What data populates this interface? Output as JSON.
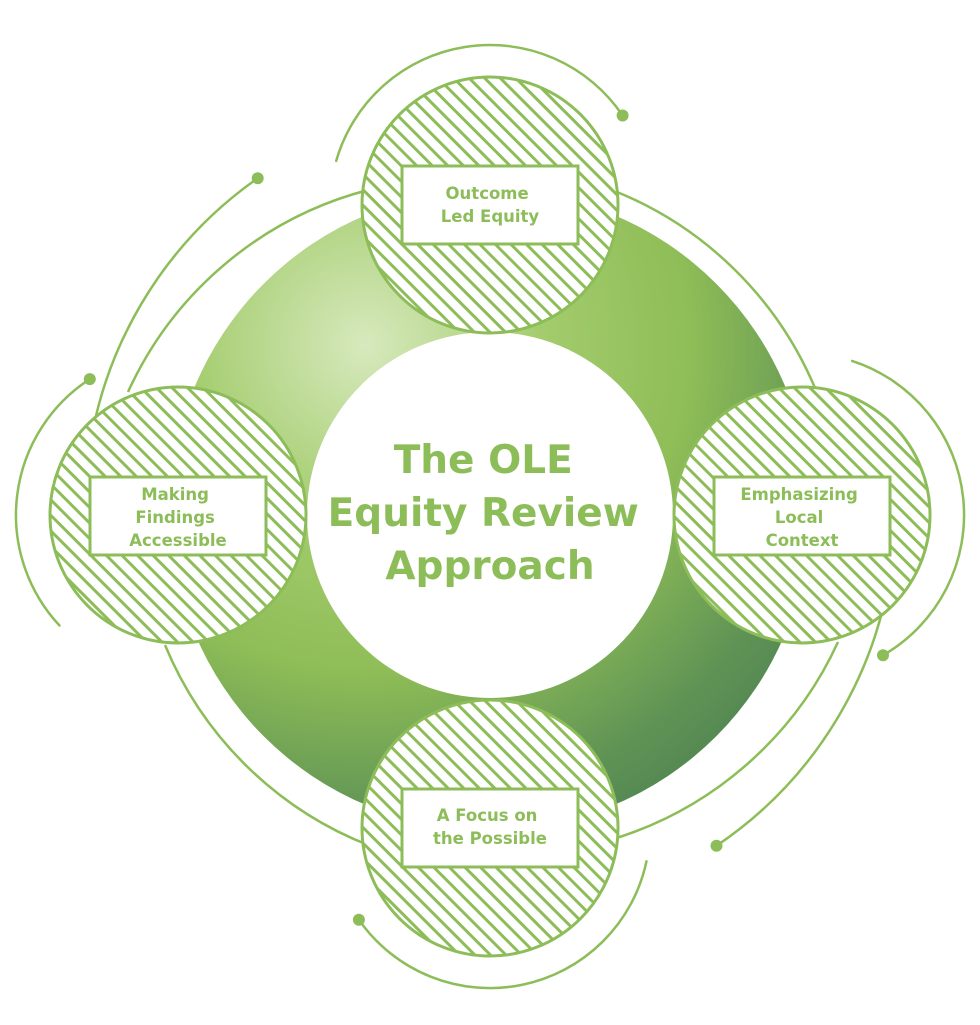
{
  "center": {
    "lines": [
      "The OLE",
      "Equity Review",
      "Approach"
    ]
  },
  "nodes": {
    "top": {
      "lines": [
        "Outcome",
        "Led Equity"
      ]
    },
    "right": {
      "lines": [
        "Emphasizing",
        "Local",
        "Context"
      ]
    },
    "bottom": {
      "lines": [
        "A Focus on",
        "the Possible"
      ]
    },
    "left": {
      "lines": [
        "Making",
        "Findings",
        "Accessible"
      ]
    }
  },
  "colors": {
    "primary": "#8dbd59",
    "ring_light": "#d3e6b6",
    "ring_mid": "#97c45d",
    "ring_dark": "#5d9156",
    "background": "#ffffff"
  }
}
